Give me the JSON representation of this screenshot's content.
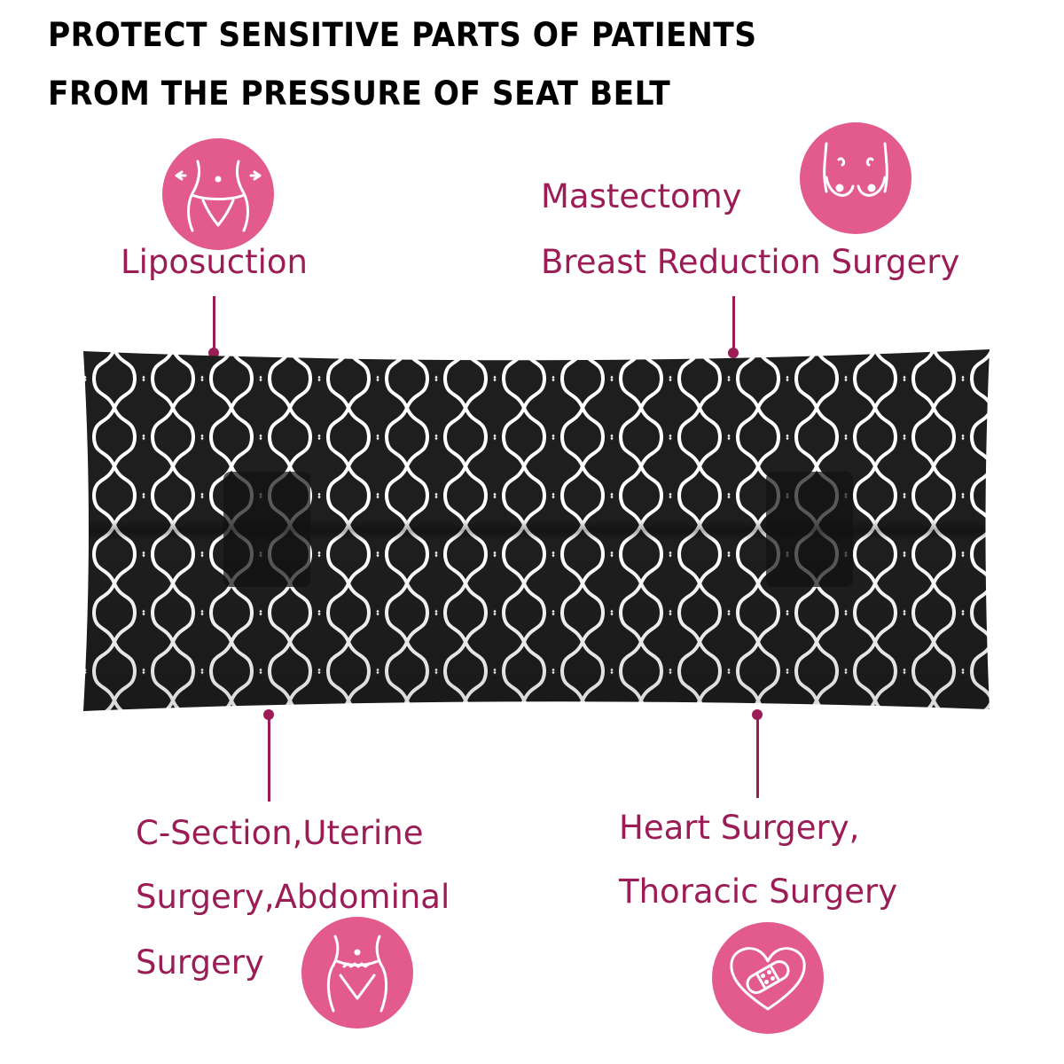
{
  "headline": {
    "line1": "PROTECT SENSITIVE PARTS OF PATIENTS",
    "line2": "FROM THE PRESSURE OF SEAT BELT"
  },
  "colors": {
    "accent": "#e35a8d",
    "text": "#9c1d56",
    "pillow": "#1e1e1e",
    "pattern": "#ffffff"
  },
  "callouts": {
    "liposuction": {
      "label": "Liposuction",
      "icon": "waist-icon"
    },
    "breast": {
      "line1": "Mastectomy",
      "line2": "Breast Reduction Surgery",
      "icon": "breast-icon"
    },
    "abdomen": {
      "line1": "C-Section,Uterine",
      "line2": "Surgery,Abdominal",
      "line3": "Surgery",
      "icon": "abdomen-icon"
    },
    "heart": {
      "line1": "Heart Surgery,",
      "line2": "Thoracic  Surgery",
      "icon": "heart-bandage-icon"
    }
  },
  "product": {
    "pattern": "quatrefoil-lattice",
    "name": "seat-belt-pillow"
  }
}
